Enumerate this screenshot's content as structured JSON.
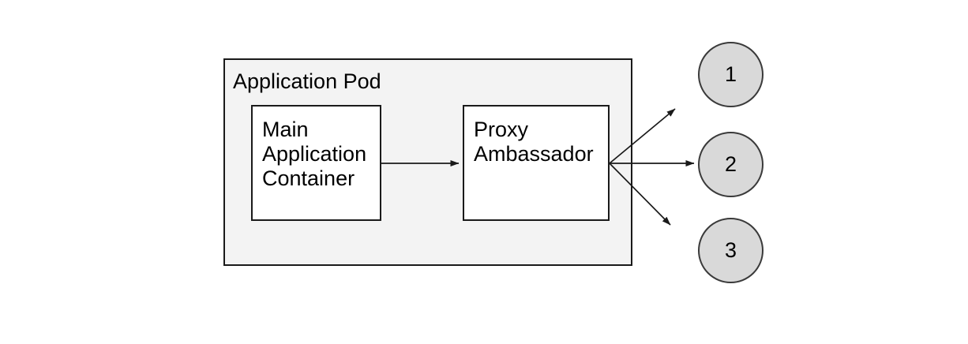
{
  "diagram": {
    "pod": {
      "label": "Application Pod"
    },
    "nodes": {
      "main": {
        "label": "Main\nApplication\nContainer"
      },
      "proxy": {
        "label": "Proxy\nAmbassador"
      }
    },
    "endpoints": [
      {
        "label": "1"
      },
      {
        "label": "2"
      },
      {
        "label": "3"
      }
    ],
    "connections": [
      "main-container to proxy-ambassador",
      "proxy-ambassador to endpoint-1",
      "proxy-ambassador to endpoint-2",
      "proxy-ambassador to endpoint-3"
    ]
  },
  "colors": {
    "canvas_bg": "#ffffff",
    "pod_fill": "#f3f3f3",
    "pod_border": "#1a1a1a",
    "node_fill": "#ffffff",
    "node_border": "#1a1a1a",
    "endpoint_fill": "#d9d9d9",
    "endpoint_border": "#3a3a3a",
    "arrow": "#1a1a1a",
    "text": "#000000"
  }
}
